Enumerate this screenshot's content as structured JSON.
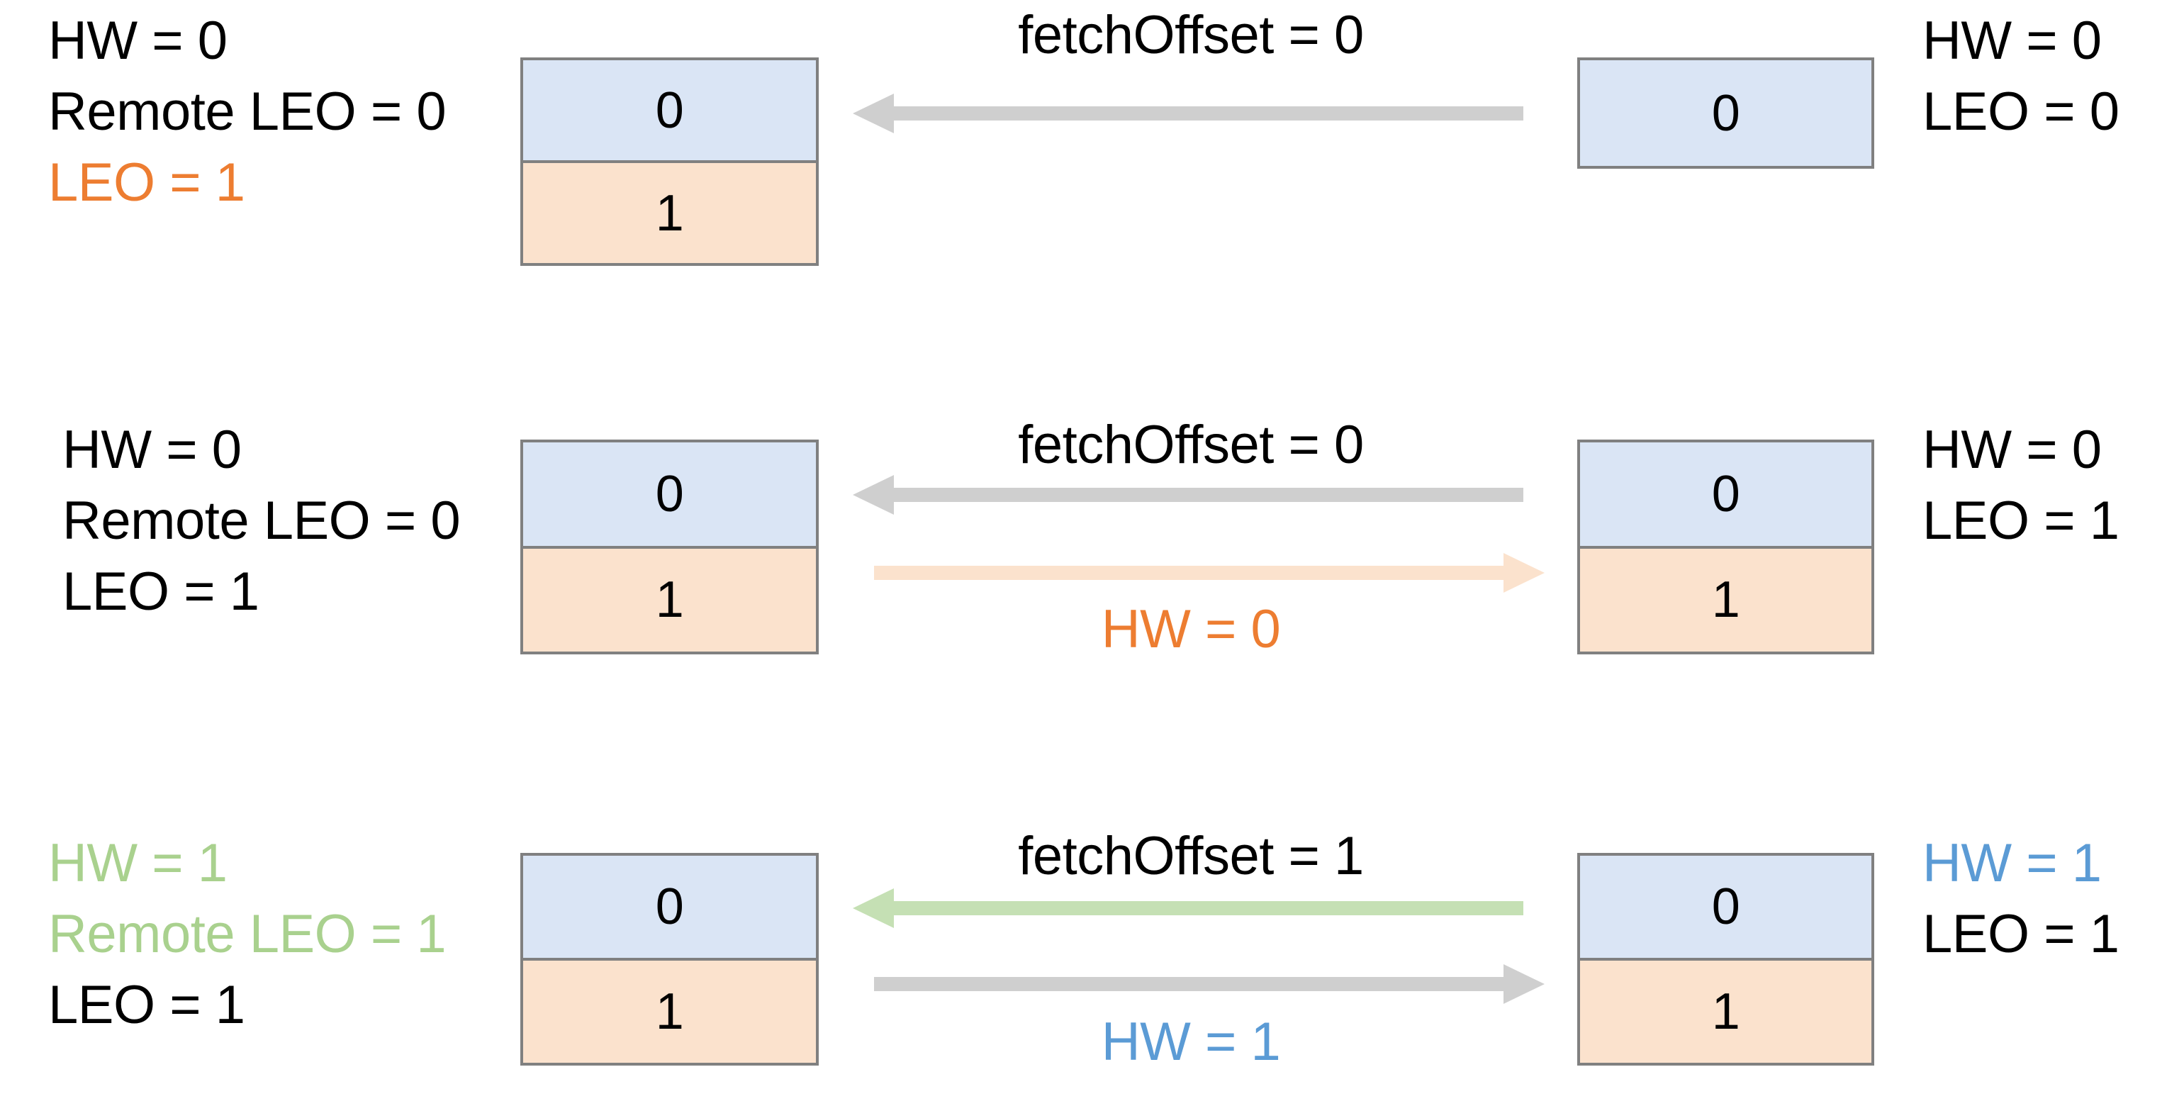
{
  "diagram": {
    "title": "Kafka replication HW / LEO propagation",
    "colors": {
      "text_black": "#000000",
      "accent_orange": "#ED7D31",
      "accent_green": "#A9D18E",
      "accent_blue": "#5B9BD5",
      "arrow_gray": "#CFCFCF",
      "arrow_peach": "#FBE2CD",
      "arrow_green": "#C5E0B4",
      "cell_blue": "#DAE5F5",
      "cell_orange": "#FBE2CD",
      "box_border": "#808080"
    },
    "rows": [
      {
        "id": "row-1",
        "left_labels": [
          {
            "text": "HW = 0",
            "color": "black"
          },
          {
            "text": "Remote LEO = 0",
            "color": "black"
          },
          {
            "text": "LEO = 1",
            "color": "orange"
          }
        ],
        "left_box": {
          "cells": [
            {
              "value": "0",
              "fill": "blue"
            },
            {
              "value": "1",
              "fill": "orange"
            }
          ]
        },
        "arrows": [
          {
            "id": "fetch-request-1",
            "direction": "left",
            "color": "gray",
            "caption": "fetchOffset = 0",
            "caption_color": "black",
            "caption_position": "above"
          }
        ],
        "right_box": {
          "cells": [
            {
              "value": "0",
              "fill": "blue"
            }
          ]
        },
        "right_labels": [
          {
            "text": "HW = 0",
            "color": "black"
          },
          {
            "text": "LEO = 0",
            "color": "black"
          }
        ]
      },
      {
        "id": "row-2",
        "left_labels": [
          {
            "text": "HW = 0",
            "color": "black"
          },
          {
            "text": "Remote LEO = 0",
            "color": "black"
          },
          {
            "text": "LEO = 1",
            "color": "black"
          }
        ],
        "left_box": {
          "cells": [
            {
              "value": "0",
              "fill": "blue"
            },
            {
              "value": "1",
              "fill": "orange"
            }
          ]
        },
        "arrows": [
          {
            "id": "fetch-request-2",
            "direction": "left",
            "color": "gray",
            "caption": "fetchOffset = 0",
            "caption_color": "black",
            "caption_position": "above"
          },
          {
            "id": "fetch-response-2",
            "direction": "right",
            "color": "peach",
            "caption": "HW = 0",
            "caption_color": "orange",
            "caption_position": "below"
          }
        ],
        "right_box": {
          "cells": [
            {
              "value": "0",
              "fill": "blue"
            },
            {
              "value": "1",
              "fill": "orange"
            }
          ]
        },
        "right_labels": [
          {
            "text": "HW = 0",
            "color": "black"
          },
          {
            "text": "LEO = 1",
            "color": "black"
          }
        ]
      },
      {
        "id": "row-3",
        "left_labels": [
          {
            "text": "HW = 1",
            "color": "green"
          },
          {
            "text": "Remote LEO = 1",
            "color": "green"
          },
          {
            "text": "LEO = 1",
            "color": "black"
          }
        ],
        "left_box": {
          "cells": [
            {
              "value": "0",
              "fill": "blue"
            },
            {
              "value": "1",
              "fill": "orange"
            }
          ]
        },
        "arrows": [
          {
            "id": "fetch-request-3",
            "direction": "left",
            "color": "green",
            "caption": "fetchOffset = 1",
            "caption_color": "black",
            "caption_position": "above"
          },
          {
            "id": "fetch-response-3",
            "direction": "right",
            "color": "gray",
            "caption": "HW = 1",
            "caption_color": "blue",
            "caption_position": "below"
          }
        ],
        "right_box": {
          "cells": [
            {
              "value": "0",
              "fill": "blue"
            },
            {
              "value": "1",
              "fill": "orange"
            }
          ]
        },
        "right_labels": [
          {
            "text": "HW = 1",
            "color": "blue"
          },
          {
            "text": "LEO = 1",
            "color": "black"
          }
        ]
      }
    ]
  }
}
